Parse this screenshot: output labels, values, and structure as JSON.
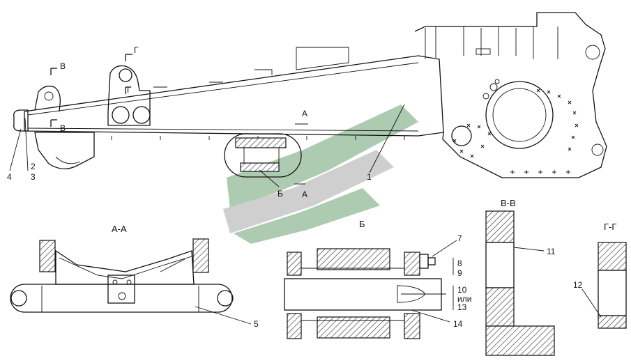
{
  "watermark_colors": {
    "green": "#9fc3a4",
    "grey": "#c7c7c7"
  },
  "section_labels": {
    "a_a": "А-А",
    "b": "Б",
    "v_v": "В-В",
    "g_g": "Г-Г"
  },
  "cut_marks": {
    "g": "Г",
    "v": "В",
    "a": "А",
    "b": "Б"
  },
  "callouts": {
    "c1": "1",
    "c2": "2",
    "c3": "3",
    "c4": "4",
    "c5": "5",
    "c7": "7",
    "c8": "8",
    "c9": "9",
    "c10": "10",
    "c_ili": "или",
    "c13": "13",
    "c11": "11",
    "c12": "12",
    "c14": "14"
  }
}
